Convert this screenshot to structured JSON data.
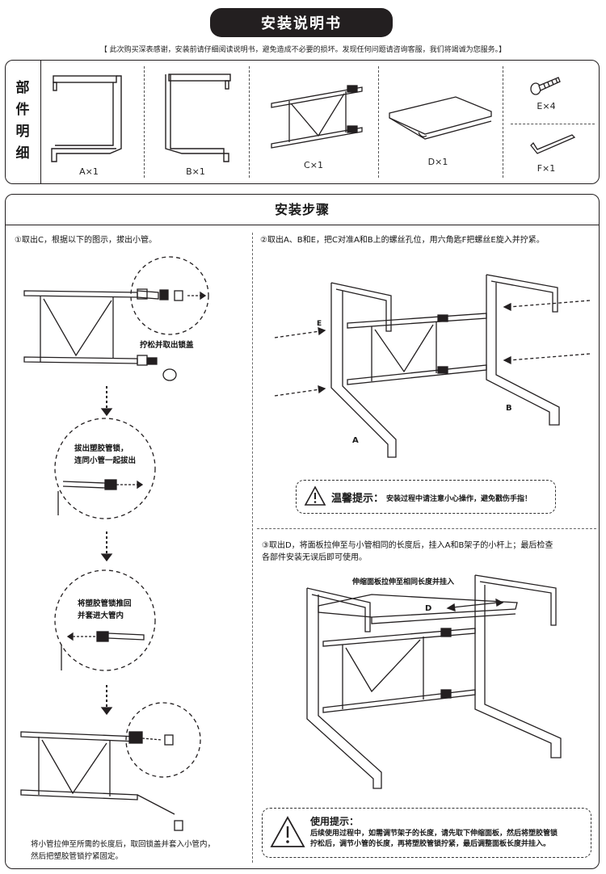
{
  "header": {
    "title": "安装说明书",
    "notice": "【 此次购买深表感谢，安装前请仔细阅读说明书，避免造成不必要的损坏。发现任何问题请咨询客服，我们将竭诚为您服务。】"
  },
  "parts": {
    "section_label": [
      "部",
      "件",
      "明",
      "细"
    ],
    "items": [
      {
        "label": "A×1"
      },
      {
        "label": "B×1"
      },
      {
        "label": "C×1"
      },
      {
        "label": "D×1"
      },
      {
        "label": "E×4"
      },
      {
        "label": "F×1"
      }
    ]
  },
  "steps": {
    "title": "安装步骤",
    "step1": {
      "text": "①取出C，根据以下的图示，拔出小管。",
      "callout1": "拧松并取出锁盖",
      "callout2_line1": "拔出塑胶管锁，",
      "callout2_line2": "连同小管一起拔出",
      "callout3_line1": "将塑胶管锁推回",
      "callout3_line2": "并套进大管内",
      "final_line1": "将小管拉伸至所需的长度后，取回锁盖并套入小管内，",
      "final_line2": "然后把塑胶管锁拧紧固定。"
    },
    "step2": {
      "text": "②取出A、B和E，把C对准A和B上的螺丝孔位，用六角匙F把螺丝E旋入并拧紧。",
      "label_e": "E",
      "label_a": "A",
      "label_b": "B",
      "tip_title": "温馨提示：",
      "tip_body": "安装过程中请注意小心操作，避免戳伤手指！"
    },
    "step3": {
      "text_line1": "③取出D，将面板拉伸至与小管相同的长度后，挂入A和B架子的小杆上；最后检查",
      "text_line2": "各部件安装无误后即可使用。",
      "callout": "伸缩面板拉伸至相同长度并挂入",
      "label_d": "D",
      "tip_title": "使用提示：",
      "tip_line1": "后续使用过程中，如需调节架子的长度，请先取下伸缩面板，然后将塑胶管锁",
      "tip_line2": "拧松后，调节小管的长度，再将塑胶管锁拧紧，最后调整面板长度并挂入。"
    }
  }
}
